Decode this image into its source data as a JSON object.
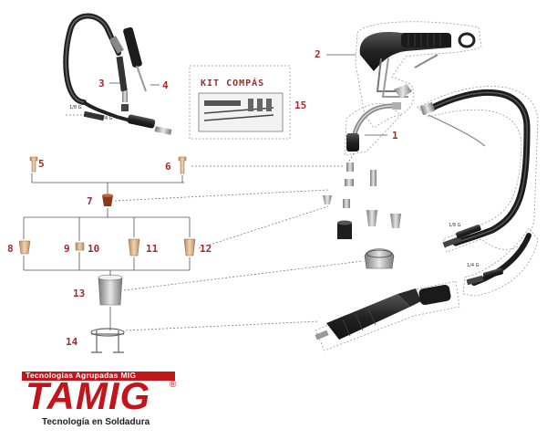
{
  "callouts": {
    "c1": "1",
    "c2": "2",
    "c3": "3",
    "c4": "4",
    "c5": "5",
    "c6": "6",
    "c7": "7",
    "c8": "8",
    "c9": "9",
    "c10": "10",
    "c11": "11",
    "c12": "12",
    "c13": "13",
    "c14": "14",
    "c15": "15"
  },
  "kit": {
    "title": "KIT COMPÁS"
  },
  "threads": {
    "t1": "1/8 G",
    "t2": "1/4 G",
    "t3": "1/8 G",
    "t4": "1/4 G"
  },
  "logo": {
    "band_text": "Tecnologias Agrupadas MIG",
    "brand": "TAMIG",
    "registered": "®",
    "tagline": "Tecnología en Soldadura"
  },
  "colors": {
    "callout": "#a32a2a",
    "brand_red": "#c2141b",
    "part_dark": "#2b2b2b",
    "part_tan": "#d9b48a"
  }
}
